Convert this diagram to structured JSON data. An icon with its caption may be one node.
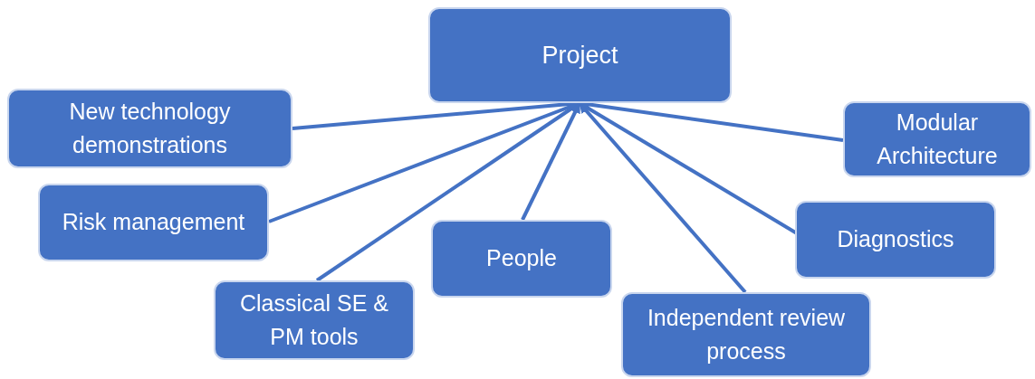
{
  "diagram": {
    "nodes": [
      {
        "text": [
          "Project"
        ]
      },
      {
        "text": [
          "New technology demonstrations"
        ]
      },
      {
        "text": [
          "Risk management"
        ]
      },
      {
        "text": [
          "Classical SE & PM tools"
        ]
      },
      {
        "text": [
          "People"
        ]
      },
      {
        "text": [
          "Independent review process"
        ]
      },
      {
        "text": [
          "Diagnostics"
        ]
      },
      {
        "text": [
          "Modular Architecture"
        ]
      }
    ],
    "edges": [
      {
        "from": 1,
        "to": 0,
        "arrow": "to"
      },
      {
        "from": 2,
        "to": 0,
        "arrow": "to"
      },
      {
        "from": 3,
        "to": 0,
        "arrow": "to"
      },
      {
        "from": 4,
        "to": 0,
        "arrow": "to"
      },
      {
        "from": 5,
        "to": 0,
        "arrow": "to"
      },
      {
        "from": 6,
        "to": 0,
        "arrow": "to"
      },
      {
        "from": 7,
        "to": 0,
        "arrow": "to"
      }
    ]
  }
}
